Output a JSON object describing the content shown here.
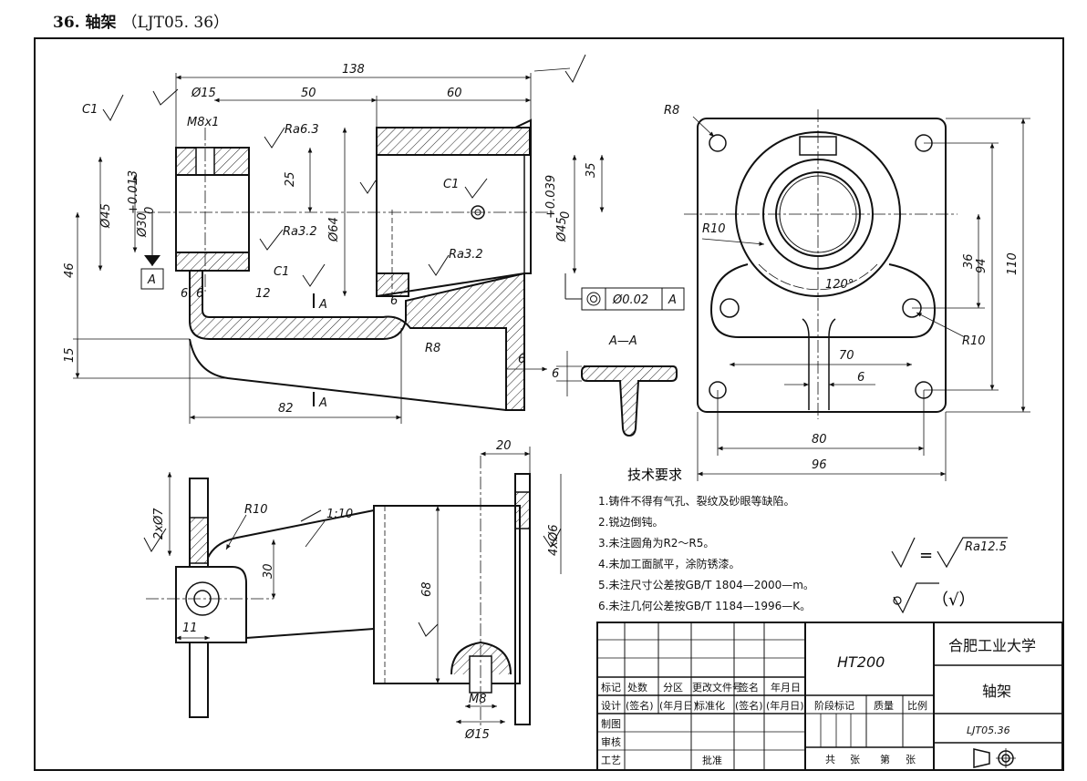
{
  "header": {
    "title": "36. 轴架",
    "code": "（LJT05. 36）"
  },
  "dims": {
    "d138": "138",
    "d50": "50",
    "d60": "60",
    "phi15": "Ø15",
    "m8x1": "M8x1",
    "ra63": "Ra6.3",
    "ra32a": "Ra3.2",
    "ra32b": "Ra3.2",
    "c1a": "C1",
    "c1b": "C1",
    "c1c": "C1",
    "d25": "25",
    "d35": "35",
    "phi45": "Ø45",
    "phi30": "Ø30",
    "phi30tol": "+0.013",
    "phi30tol0": "0",
    "phi64": "Ø64",
    "phi45b": "Ø45",
    "phi45btol": "+0.039",
    "phi45btol0": "0",
    "d46": "46",
    "d15": "15",
    "d6a": "6",
    "d6b": "6",
    "d12": "12",
    "d6c": "6",
    "d82": "82",
    "r8a": "R8",
    "d6d": "6",
    "datumA": "A",
    "secA1": "A",
    "secA2": "A",
    "tolPhi": "Ø0.02",
    "tolRef": "A",
    "sectionTitle": "A—A",
    "secThk": "6",
    "r8b": "R8",
    "r10a": "R10",
    "r10b": "R10",
    "d120": "120°",
    "d36": "36",
    "d94": "94",
    "d110": "110",
    "d70": "70",
    "d6e": "6",
    "d80": "80",
    "d96": "96",
    "d20": "20",
    "twoPhi7": "2xØ7",
    "r10c": "R10",
    "taper": "1:10",
    "d30": "30",
    "fourPhi6": "4xØ6",
    "d68": "68",
    "d11": "11",
    "m8": "M8",
    "phi15b": "Ø15"
  },
  "tech": {
    "title": "技术要求",
    "items": [
      "1.铸件不得有气孔、裂纹及砂眼等缺陷。",
      "2.锐边倒钝。",
      "3.未注圆角为R2～R5。",
      "4.未加工面腻平，涂防锈漆。",
      "5.未注尺寸公差按GB/T 1804—2000—m。",
      "6.未注几何公差按GB/T 1184—1996—K。"
    ],
    "rough1": "=",
    "rough1val": "Ra12.5",
    "rough2": "（√）"
  },
  "titleblock": {
    "material": "HT200",
    "school": "合肥工业大学",
    "partName": "轴架",
    "drawingNo": "LJT05.36",
    "row1": [
      "标记",
      "处数",
      "分区",
      "更改文件号",
      "签名",
      "年月日"
    ],
    "row2": [
      "设计",
      "(签名)",
      "(年月日)",
      "标准化",
      "(签名)",
      "(年月日)"
    ],
    "roles": [
      "制图",
      "审核",
      "工艺"
    ],
    "approve": "批准",
    "stage": "阶段标记",
    "mass": "质量",
    "scale": "比例",
    "total": "共",
    "totalUnit": "张",
    "sheet": "第",
    "sheetUnit": "张"
  }
}
